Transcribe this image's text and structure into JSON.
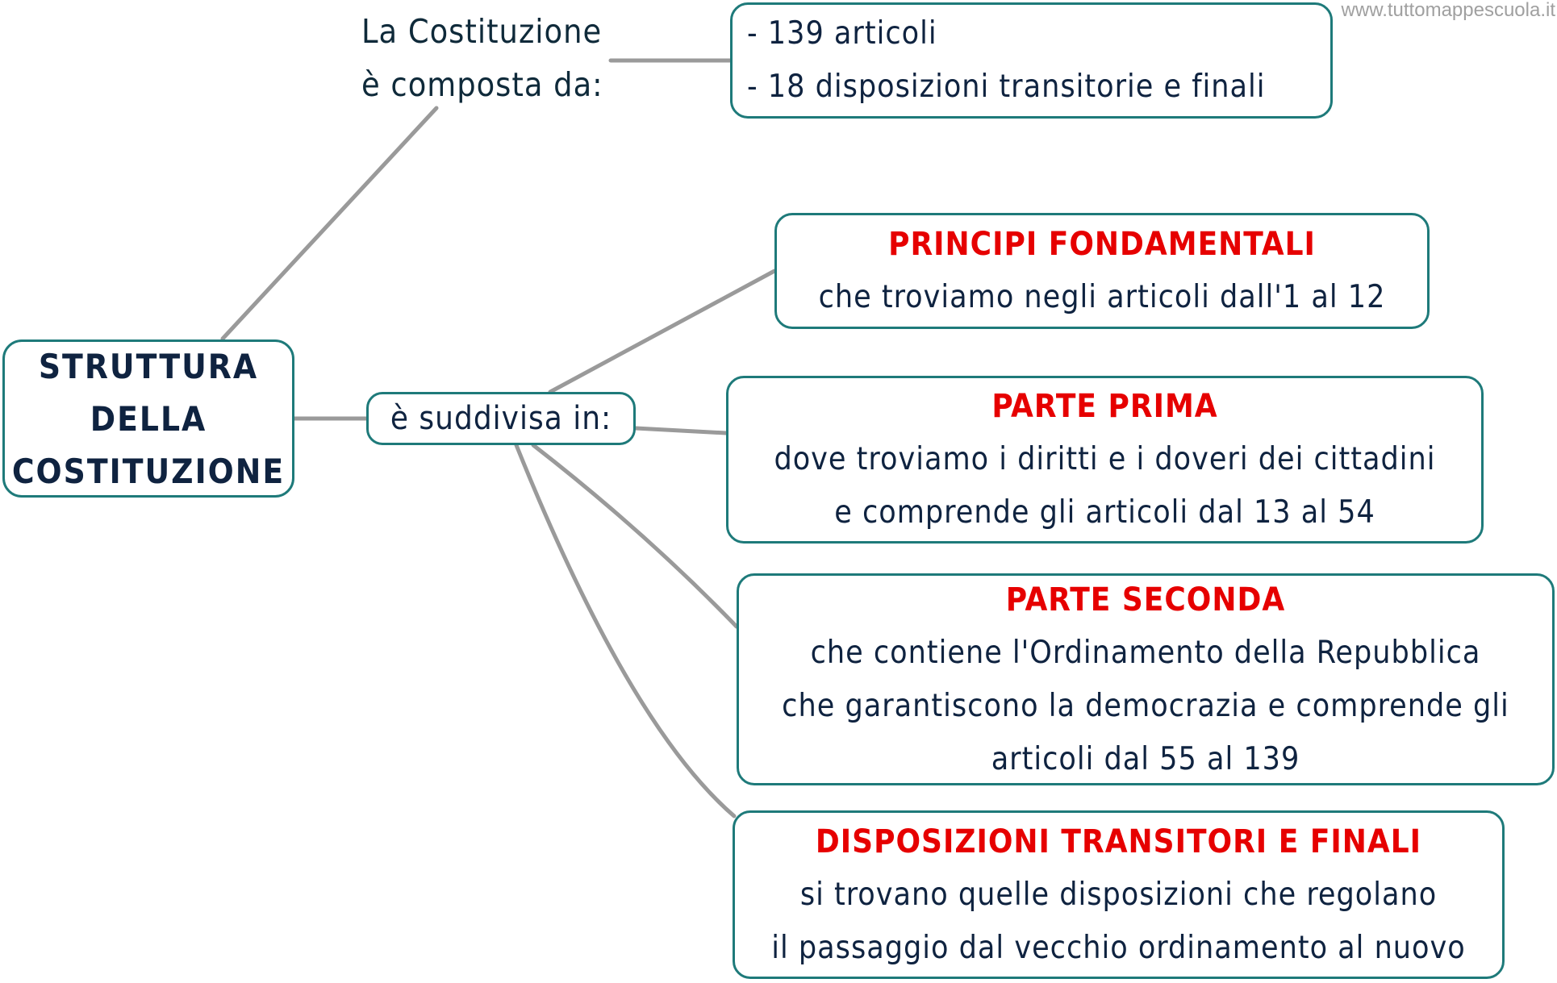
{
  "watermark": "www.tuttomappescuola.it",
  "colors": {
    "border": "#1e7a7a",
    "title_red": "#e60000",
    "text_navy": "#0f2340",
    "connector_gray": "#9a9a9a"
  },
  "root": {
    "lines": [
      "STRUTTURA",
      "DELLA",
      "COSTITUZIONE"
    ]
  },
  "composition": {
    "label_lines": [
      "La Costituzione",
      "è composta da:"
    ],
    "items": [
      "- 139 articoli",
      "- 18 disposizioni transitorie e finali"
    ]
  },
  "division": {
    "label": "è suddivisa in:",
    "parts": [
      {
        "title": "PRINCIPI FONDAMENTALI",
        "lines": [
          "che troviamo negli articoli dall'1 al 12"
        ]
      },
      {
        "title": "PARTE PRIMA",
        "lines": [
          "dove troviamo i diritti e i doveri dei cittadini",
          "e comprende gli articoli dal 13 al 54"
        ]
      },
      {
        "title": "PARTE SECONDA",
        "lines": [
          "che contiene l'Ordinamento della Repubblica",
          "che garantiscono la democrazia e comprende gli",
          "articoli dal 55 al 139"
        ]
      },
      {
        "title": "DISPOSIZIONI TRANSITORI E FINALI",
        "lines": [
          "si trovano quelle disposizioni che regolano",
          "il passaggio dal vecchio ordinamento al nuovo"
        ]
      }
    ]
  }
}
